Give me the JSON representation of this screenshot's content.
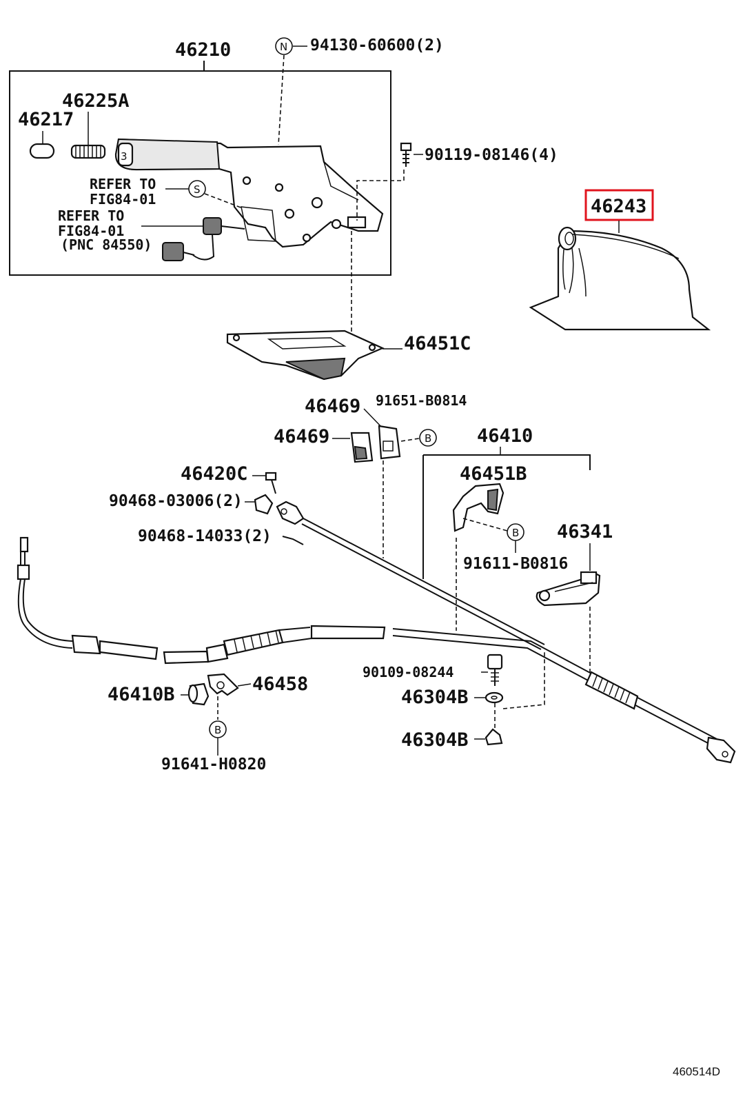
{
  "highlight_color": "#e0141e",
  "labels": {
    "p46210": "46210",
    "p94130": "94130-60600(2)",
    "p46225A": "46225A",
    "p46217": "46217",
    "p90119": "90119-08146(4)",
    "refer1_line1": "REFER TO",
    "refer1_line2": "FIG84-01",
    "refer2_line1": "REFER TO",
    "refer2_line2": "FIG84-01",
    "refer2_line3": "(PNC 84550)",
    "p46243": "46243",
    "p46451C": "46451C",
    "p46469a": "46469",
    "p91651": "91651-B0814",
    "p46469b": "46469",
    "p46410": "46410",
    "p46420C": "46420C",
    "p46451B": "46451B",
    "p90468a": "90468-03006(2)",
    "p90468b": "90468-14033(2)",
    "p46341": "46341",
    "p91611": "91611-B0816",
    "p90109": "90109-08244",
    "p46304Ba": "46304B",
    "p46304Bb": "46304B",
    "p46410B": "46410B",
    "p46458": "46458",
    "p91641": "91641-H0820",
    "diagram_code": "460514D"
  },
  "callouts": {
    "n": "N",
    "s": "S",
    "b1": "B",
    "b2": "B",
    "b3": "B"
  },
  "icons": {
    "s_circle": "circle-s-icon",
    "n_circle": "circle-n-icon",
    "b_circle": "circle-b-icon"
  }
}
